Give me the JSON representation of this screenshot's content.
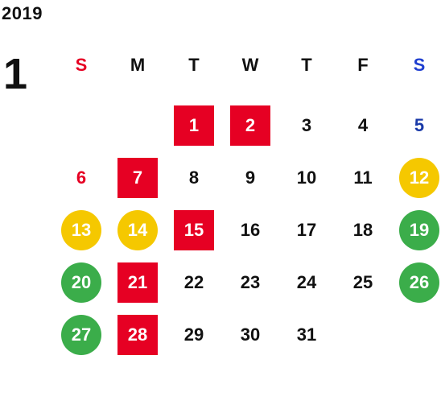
{
  "calendar": {
    "year": "2019",
    "month": "1",
    "weekdays": [
      {
        "label": "S",
        "color": "#e60023"
      },
      {
        "label": "M",
        "color": "#111111"
      },
      {
        "label": "T",
        "color": "#111111"
      },
      {
        "label": "W",
        "color": "#111111"
      },
      {
        "label": "T",
        "color": "#111111"
      },
      {
        "label": "F",
        "color": "#111111"
      },
      {
        "label": "S",
        "color": "#1f3fd0"
      }
    ],
    "colors": {
      "holiday_square": "#e60023",
      "yellow_circle": "#f5c800",
      "green_circle": "#3bad4a",
      "sunday_text": "#e60023",
      "saturday_text": "#1a3aa8"
    },
    "days": [
      {
        "day": "1",
        "mark": "red-square"
      },
      {
        "day": "2",
        "mark": "red-square"
      },
      {
        "day": "3",
        "mark": "none"
      },
      {
        "day": "4",
        "mark": "none"
      },
      {
        "day": "5",
        "mark": "saturday-text"
      },
      {
        "day": "6",
        "mark": "sunday-text"
      },
      {
        "day": "7",
        "mark": "red-square"
      },
      {
        "day": "8",
        "mark": "none"
      },
      {
        "day": "9",
        "mark": "none"
      },
      {
        "day": "10",
        "mark": "none"
      },
      {
        "day": "11",
        "mark": "none"
      },
      {
        "day": "12",
        "mark": "yellow-circle"
      },
      {
        "day": "13",
        "mark": "yellow-circle"
      },
      {
        "day": "14",
        "mark": "yellow-circle"
      },
      {
        "day": "15",
        "mark": "red-square"
      },
      {
        "day": "16",
        "mark": "none"
      },
      {
        "day": "17",
        "mark": "none"
      },
      {
        "day": "18",
        "mark": "none"
      },
      {
        "day": "19",
        "mark": "green-circle"
      },
      {
        "day": "20",
        "mark": "green-circle"
      },
      {
        "day": "21",
        "mark": "red-square"
      },
      {
        "day": "22",
        "mark": "none"
      },
      {
        "day": "23",
        "mark": "none"
      },
      {
        "day": "24",
        "mark": "none"
      },
      {
        "day": "25",
        "mark": "none"
      },
      {
        "day": "26",
        "mark": "green-circle"
      },
      {
        "day": "27",
        "mark": "green-circle"
      },
      {
        "day": "28",
        "mark": "red-square"
      },
      {
        "day": "29",
        "mark": "none"
      },
      {
        "day": "30",
        "mark": "none"
      },
      {
        "day": "31",
        "mark": "none"
      }
    ]
  }
}
